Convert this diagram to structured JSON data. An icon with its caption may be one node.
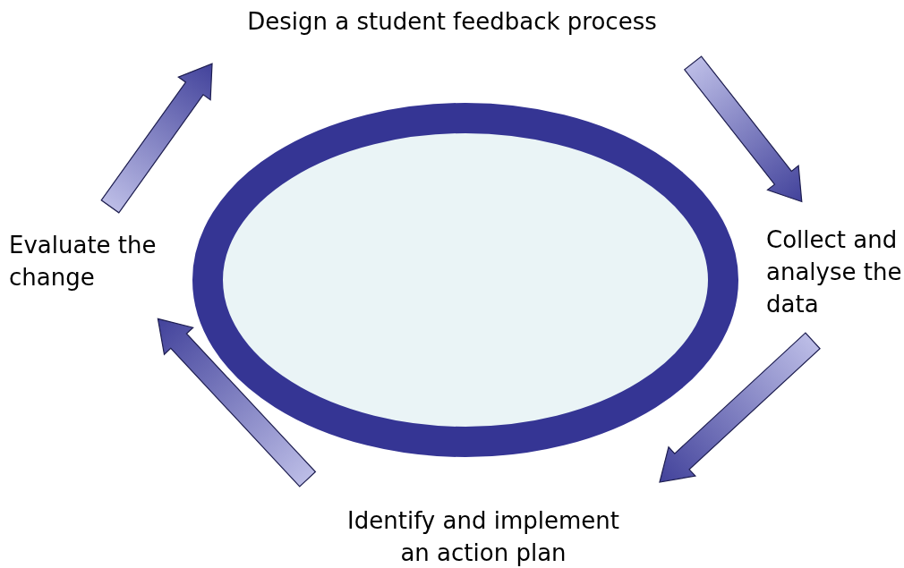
{
  "diagram": {
    "nodes": [
      {
        "text": [
          "Design a student feedback process"
        ]
      },
      {
        "text": [
          "Collect and analyse the data"
        ]
      },
      {
        "text": [
          "Identify and implement an action plan"
        ]
      },
      {
        "text": [
          "Evaluate the change"
        ]
      },
      {
        "text": [],
        "shape": "ellipse"
      }
    ],
    "edges": [
      {
        "from": 0,
        "to": 1,
        "arrow": "to"
      },
      {
        "from": 1,
        "to": 2,
        "arrow": "to"
      },
      {
        "from": 2,
        "to": 3,
        "arrow": "to"
      },
      {
        "from": 3,
        "to": 0,
        "arrow": "to"
      }
    ]
  }
}
